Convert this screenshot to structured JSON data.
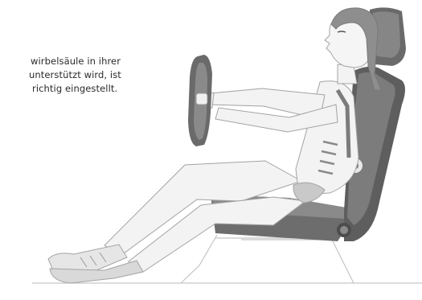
{
  "caption": {
    "line1": "wirbelsäule in ihrer",
    "line2": "unterstützt wird, ist",
    "line3": "richtig eingestellt."
  },
  "illustration": {
    "subject": "woman seated in car seat holding steering wheel",
    "icons": [
      "steering-wheel-icon",
      "car-seat-icon",
      "lumbar-support-knob-icon",
      "person-figure-icon"
    ]
  },
  "colors": {
    "seat_dark": "#5a5a5a",
    "seat_mid": "#8c8c8c",
    "figure_light": "#f2f2f2",
    "figure_outline": "#9a9a9a",
    "stripe": "#7a7a7a",
    "hair": "#8a8a8a",
    "floor_line": "#bdbdbd"
  }
}
